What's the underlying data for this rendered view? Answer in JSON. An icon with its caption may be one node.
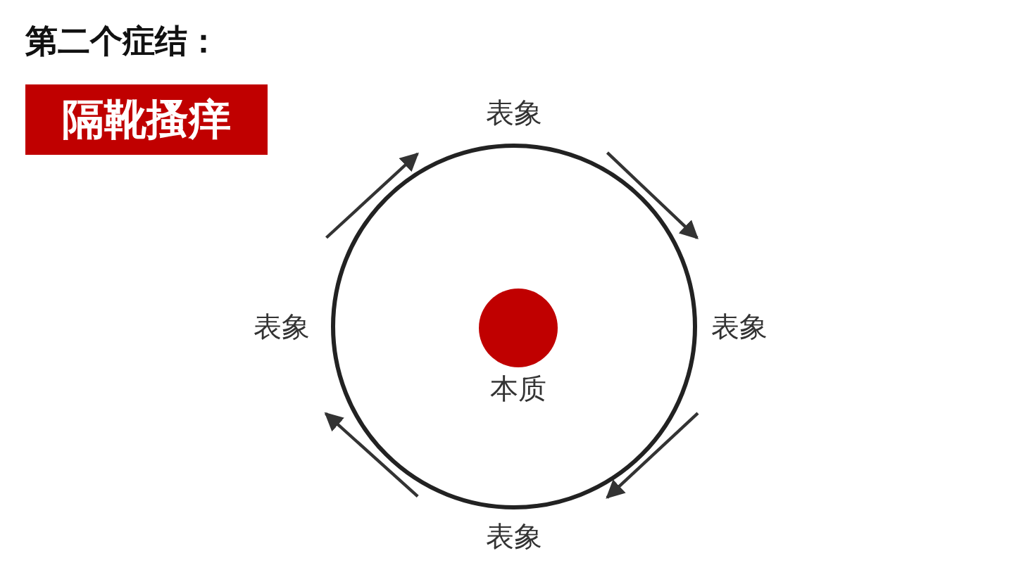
{
  "diagram": {
    "title": "第二个症结：",
    "nodes": [
      {
        "text": [
          "隔靴搔痒"
        ]
      },
      {
        "text": [],
        "shape": "circle"
      },
      {
        "text": [
          "本质"
        ],
        "in": 1
      },
      {
        "text": [
          "表象"
        ]
      },
      {
        "text": [
          "表象"
        ]
      },
      {
        "text": [
          "表象"
        ]
      },
      {
        "text": [
          "表象"
        ]
      }
    ],
    "edges": [
      {
        "from": 3,
        "to": 4,
        "arrow": "to"
      },
      {
        "from": 4,
        "to": 5,
        "arrow": "to"
      },
      {
        "from": 5,
        "to": 6,
        "arrow": "to"
      },
      {
        "from": 6,
        "to": 3,
        "arrow": "to"
      }
    ]
  }
}
